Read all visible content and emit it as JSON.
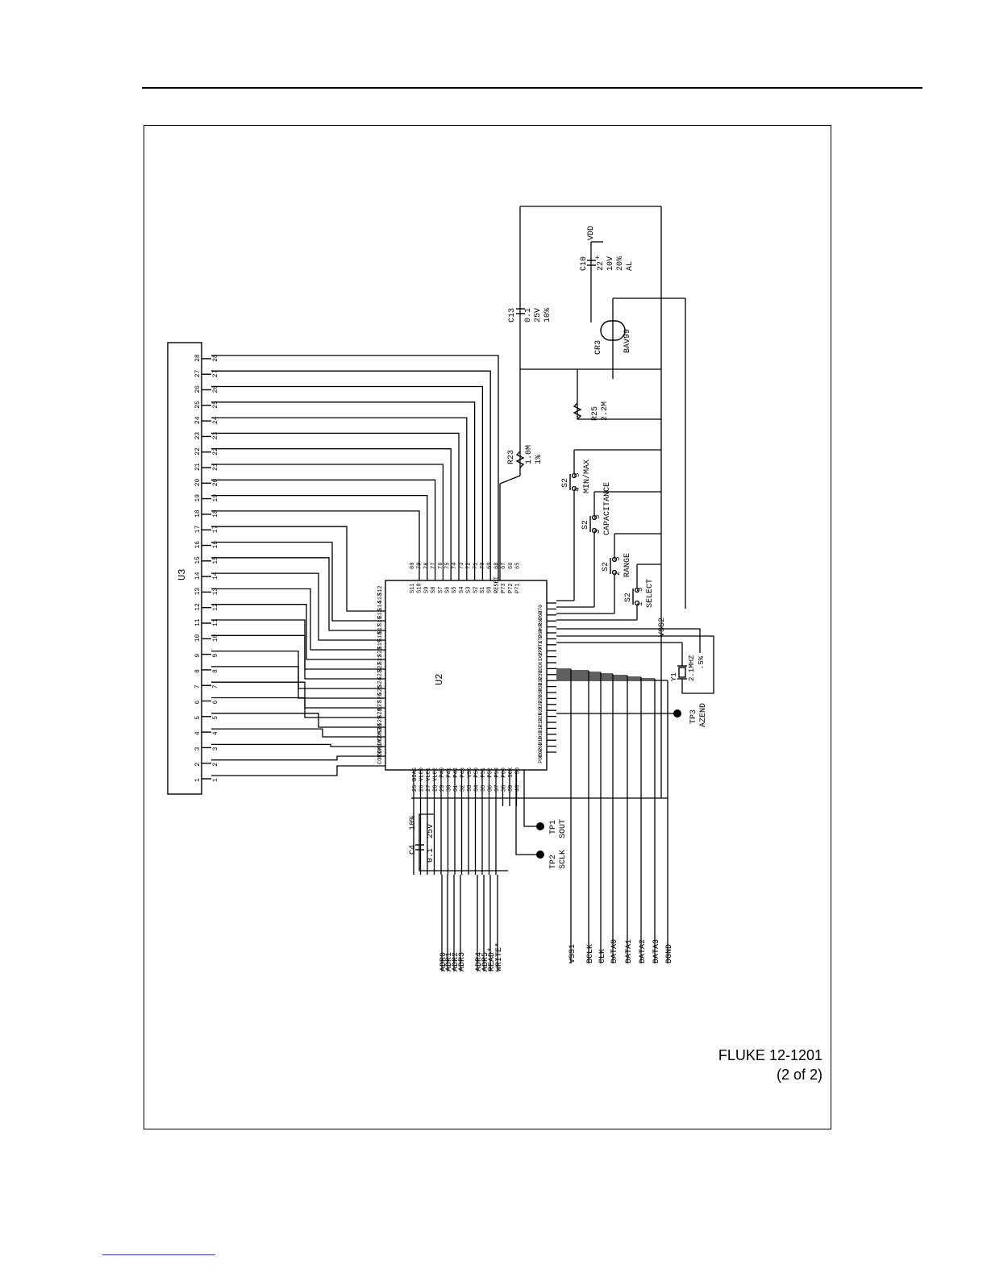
{
  "page": {
    "caption_line1": "FLUKE 12-1201",
    "caption_line2": "(2 of 2)"
  },
  "colors": {
    "ink": "#000000",
    "paper": "#ffffff",
    "link_underline": "#2b3cc7"
  },
  "schematic": {
    "u3": {
      "ref": "U3",
      "pin_numbers": [
        "1",
        "2",
        "3",
        "4",
        "5",
        "6",
        "7",
        "8",
        "9",
        "10",
        "11",
        "12",
        "13",
        "14",
        "15",
        "16",
        "17",
        "18",
        "19",
        "20",
        "21",
        "22",
        "23",
        "24",
        "25",
        "26",
        "27",
        "28"
      ]
    },
    "u2": {
      "ref": "U2",
      "left_pins": [
        "COM0",
        "COM1",
        "COM2",
        "COM3",
        "S30",
        "S29",
        "S28",
        "S27",
        "S26",
        "S25",
        "S24",
        "S23",
        "S22",
        "S21",
        "S20",
        "S19",
        "S18",
        "S17",
        "S16",
        "S15",
        "S14",
        "S13",
        "S12"
      ],
      "bottom_pins": [
        "BIAS",
        "VLC0",
        "VLC1",
        "VLC2",
        "P40",
        "P41",
        "P42",
        "P43",
        "VSS",
        "P50",
        "P51",
        "P52",
        "P53",
        "P00",
        "SCK",
        "SO"
      ],
      "bottom_pin_numbers": [
        "25",
        "26",
        "27",
        "28",
        "29",
        "30",
        "31",
        "32",
        "33",
        "34",
        "35",
        "36",
        "37",
        "38",
        "39",
        "40"
      ],
      "top_pins": [
        "S11",
        "S10",
        "S9",
        "S8",
        "S7",
        "S6",
        "S5",
        "S4",
        "S3",
        "S2",
        "S1",
        "S0",
        "RESET",
        "P73",
        "P72",
        "P71"
      ],
      "top_pin_numbers": [
        "80",
        "79",
        "78",
        "77",
        "76",
        "75",
        "74",
        "73",
        "72",
        "71",
        "70",
        "69",
        "68",
        "67",
        "66",
        "65"
      ],
      "right_pins": [
        "P70",
        "P63",
        "P62",
        "P61",
        "P60",
        "XT2",
        "XT1",
        "VPP",
        "X2",
        "X1",
        "VDD",
        "P33",
        "P32",
        "P31",
        "P30",
        "P23",
        "P22",
        "P21",
        "P20",
        "P13",
        "P12",
        "P11",
        "P10",
        "P03",
        "P02",
        "P01"
      ]
    },
    "c13": {
      "ref": "C13",
      "value": "0.1",
      "voltage": "25V",
      "tolerance": "10%"
    },
    "c10": {
      "ref": "C10",
      "polarity": "+",
      "value": "22",
      "voltage": "10V",
      "tolerance": "20%",
      "type": "AL"
    },
    "vdd_label": "VDD",
    "cr3": {
      "ref": "CR3",
      "part": "BAV99"
    },
    "r25": {
      "ref": "R25",
      "value": "2.2M"
    },
    "r23": {
      "ref": "R23",
      "value": "1.0M",
      "tolerance": "1%"
    },
    "switches": [
      {
        "ref": "S2",
        "pin_a": "4",
        "pin_b": "5",
        "name": "MIN/MAX"
      },
      {
        "ref": "S2",
        "pin_a": "3",
        "pin_b": "5",
        "name": "CAPACITANCE"
      },
      {
        "ref": "S2",
        "pin_a": "2",
        "pin_b": "5",
        "name": "RANGE"
      },
      {
        "ref": "S2",
        "pin_a": "1",
        "pin_b": "5",
        "name": "SELECT"
      }
    ],
    "vss2_label": "VSS2",
    "y1": {
      "ref": "Y1",
      "freq": "2.1MHZ",
      "tolerance": ".5%"
    },
    "tp3": {
      "ref": "TP3",
      "name": "AZEND"
    },
    "tp1": {
      "ref": "TP1",
      "name": "SOUT"
    },
    "tp2": {
      "ref": "TP2",
      "name": "SCLK"
    },
    "c4": {
      "ref": "C4",
      "value": "0.1",
      "voltage": "25V",
      "tolerance": "10%"
    },
    "bottom_signals_left": [
      "ADR0",
      "ADR1",
      "ADR2",
      "ADR3",
      "ADR4",
      "ADR5",
      "READ*",
      "WRITE*"
    ],
    "bottom_signals_right": [
      "VSS1",
      "BCLK",
      "CLK",
      "DATA0",
      "DATA1",
      "DATA2",
      "DATA3",
      "DGND"
    ]
  }
}
